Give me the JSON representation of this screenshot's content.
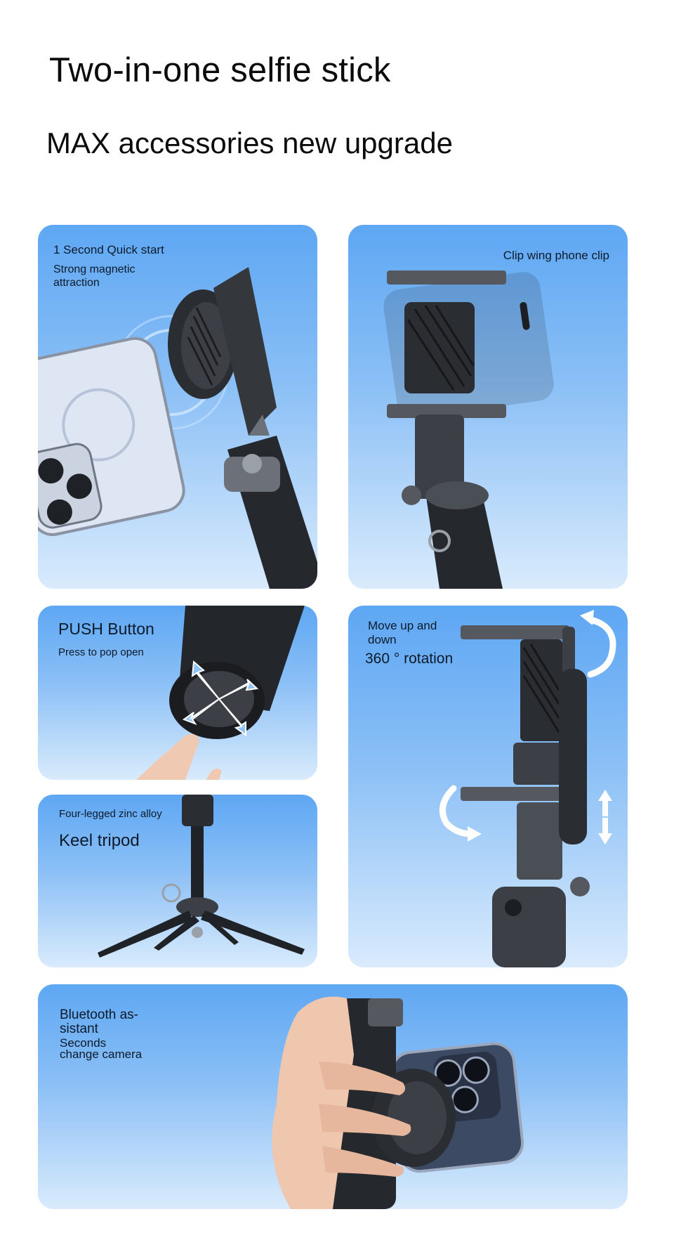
{
  "header": {
    "title": "Two-in-one selfie stick",
    "subtitle": "MAX accessories new upgrade"
  },
  "cards": {
    "magnetic": {
      "label1": "1 Second Quick start",
      "label2": "Strong magnetic",
      "label3": "attraction"
    },
    "clip": {
      "label": "Clip wing phone clip"
    },
    "push": {
      "title": "PUSH Button",
      "caption": "Press to pop open"
    },
    "rotation": {
      "line1": "Move up and",
      "line2": "down",
      "line3": "360 ° rotation"
    },
    "tripod": {
      "caption": "Four-legged zinc alloy",
      "title": "Keel tripod"
    },
    "bluetooth": {
      "line1": "Bluetooth as-",
      "line2": "sistant",
      "line3": "Seconds",
      "line4": "change camera"
    }
  },
  "colors": {
    "card_top": "#5ea7f3",
    "card_bottom": "#d9ebfc",
    "device_dark": "#2a2d31",
    "arrow_white": "#ffffff"
  }
}
